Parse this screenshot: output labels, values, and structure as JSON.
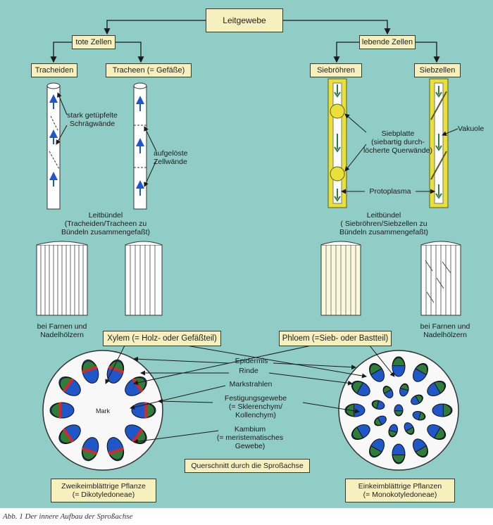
{
  "root": "Leitgewebe",
  "dead_cells": "tote Zellen",
  "living_cells": "lebende Zellen",
  "tracheids": "Tracheiden",
  "tracheae": "Tracheen (= Gefäße)",
  "sieve_tubes": "Siebröhren",
  "sieve_cells": "Siebzellen",
  "note_pitted_walls": "stark getüpfelte\nSchrägwände",
  "note_dissolved_walls": "aufgelöste\nZellwände",
  "note_sieve_plate": "Siebplatte\n(siebartig durch-\nlöcherte Querwände)",
  "note_vacuole": "Vakuole",
  "note_protoplasm": "Protoplasma",
  "bundle_left": "Leitbündel\n(Tracheiden/Tracheen zu\nBündeln zusammengefaßt)",
  "bundle_right": "Leitbündel\n( Siebröhren/Siebzellen zu\nBündeln zusammengefaßt)",
  "ferns_left": "bei Farnen und\nNadelhölzern",
  "ferns_right": "bei Farnen und\nNadelhölzern",
  "xylem": "Xylem (= Holz- oder Gefäßteil)",
  "phloem": "Phloem (=Sieb- oder Bastteil)",
  "epidermis": "Epidermis",
  "cortex": "Rinde",
  "medullary_rays": "Markstrahlen",
  "support_tissue": "Festigungsgewebe\n(= Sklerenchym/\nKollenchym)",
  "cambium": "Kambium\n(= meristematisches\nGewebe)",
  "pith": "Mark",
  "cross_section": "Querschnitt durch die Sproßachse",
  "dicot": "Zweikeimblättrige Pflanze\n(= Dikotyledoneae)",
  "monocot": "Einkeimblättrige Pflanzen\n(= Monokotyledoneae)",
  "caption": "Abb. 1  Der innere Aufbau der Sproßachse",
  "colors": {
    "background": "#8fcdc6",
    "box": "#f6f0be",
    "xylem_blue": "#1f57c8",
    "phloem_green": "#2e7d3a",
    "cambium_red": "#d02a2a",
    "sieve_yellow": "#e9e13a"
  }
}
